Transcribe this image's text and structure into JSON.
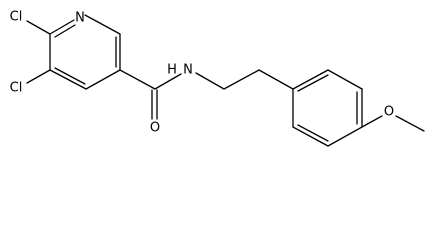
{
  "molecule": {
    "atoms": {
      "cl_top": "Cl",
      "cl_bottom": "Cl",
      "ring_nitrogen": "N",
      "amide_nitrogen": "N",
      "amide_hydrogen": "H",
      "carbonyl_oxygen": "O",
      "methoxy_oxygen": "O"
    }
  }
}
